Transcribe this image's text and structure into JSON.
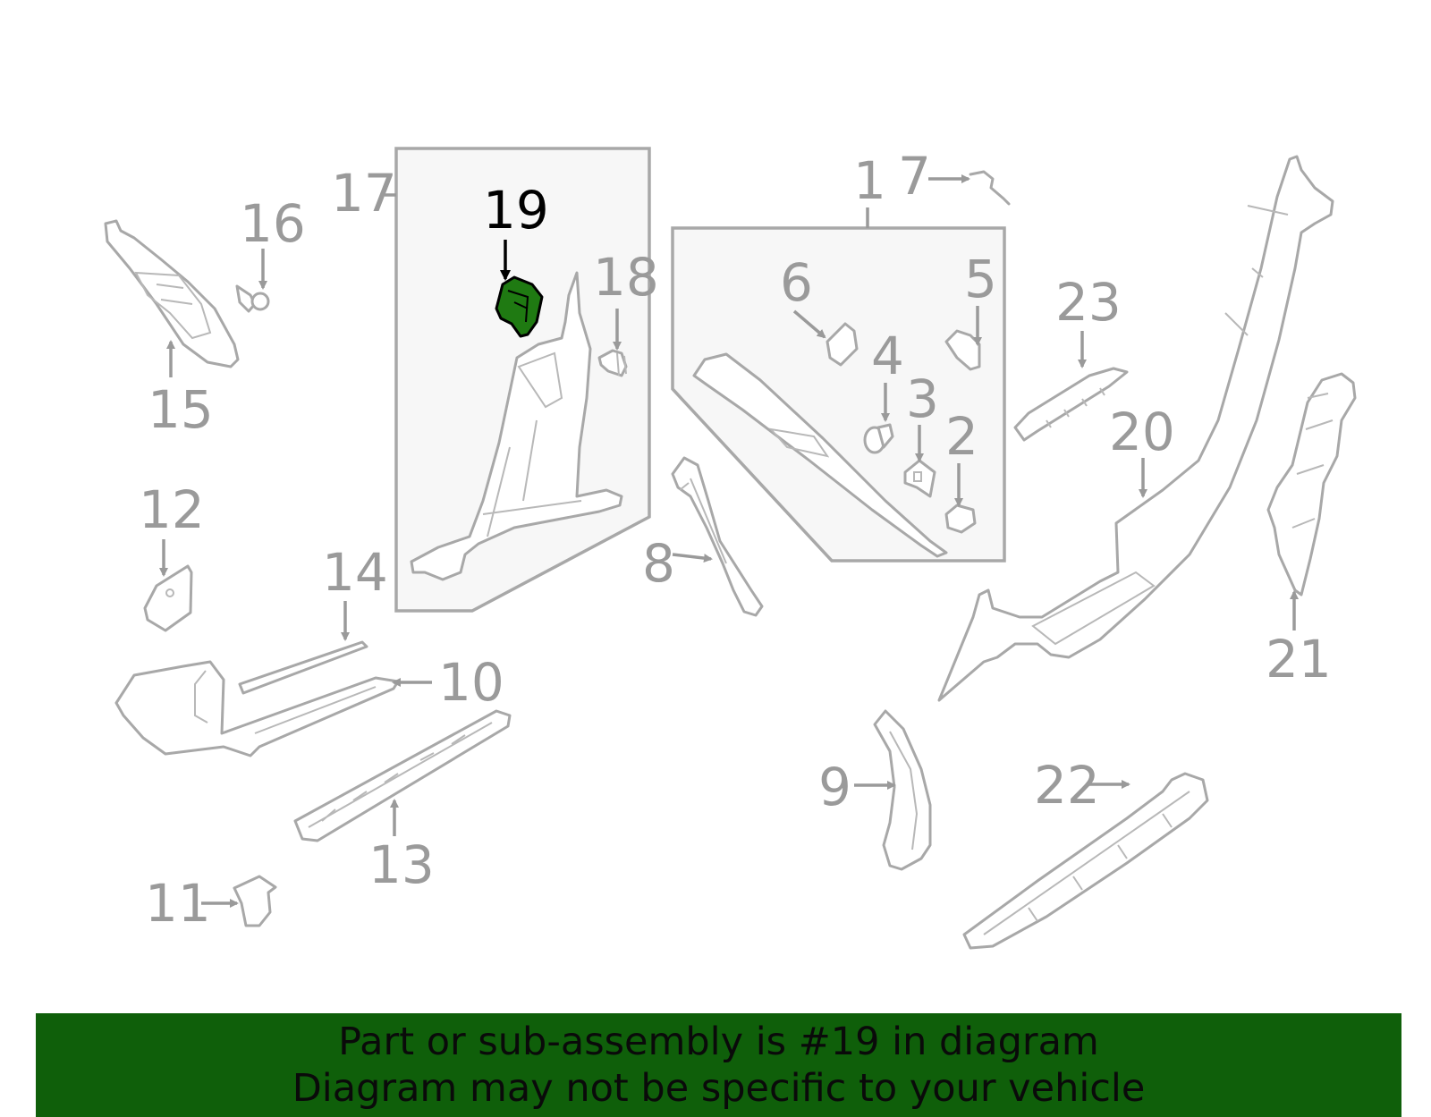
{
  "callouts": {
    "c1": "1",
    "c2": "2",
    "c3": "3",
    "c4": "4",
    "c5": "5",
    "c6": "6",
    "c7": "7",
    "c8": "8",
    "c9": "9",
    "c10": "10",
    "c11": "11",
    "c12": "12",
    "c13": "13",
    "c14": "14",
    "c15": "15",
    "c16": "16",
    "c17": "17",
    "c18": "18",
    "c19": "19",
    "c20": "20",
    "c21": "21",
    "c22": "22",
    "c23": "23"
  },
  "highlighted_part": "19",
  "colors": {
    "highlight": "#1f7a12",
    "banner": "#0f5f0a",
    "line": "#a8a8a8",
    "label": "#9a9a9a"
  },
  "banner": {
    "line1": "Part or sub-assembly is #19 in diagram",
    "line2": "Diagram may not be specific to your vehicle"
  }
}
